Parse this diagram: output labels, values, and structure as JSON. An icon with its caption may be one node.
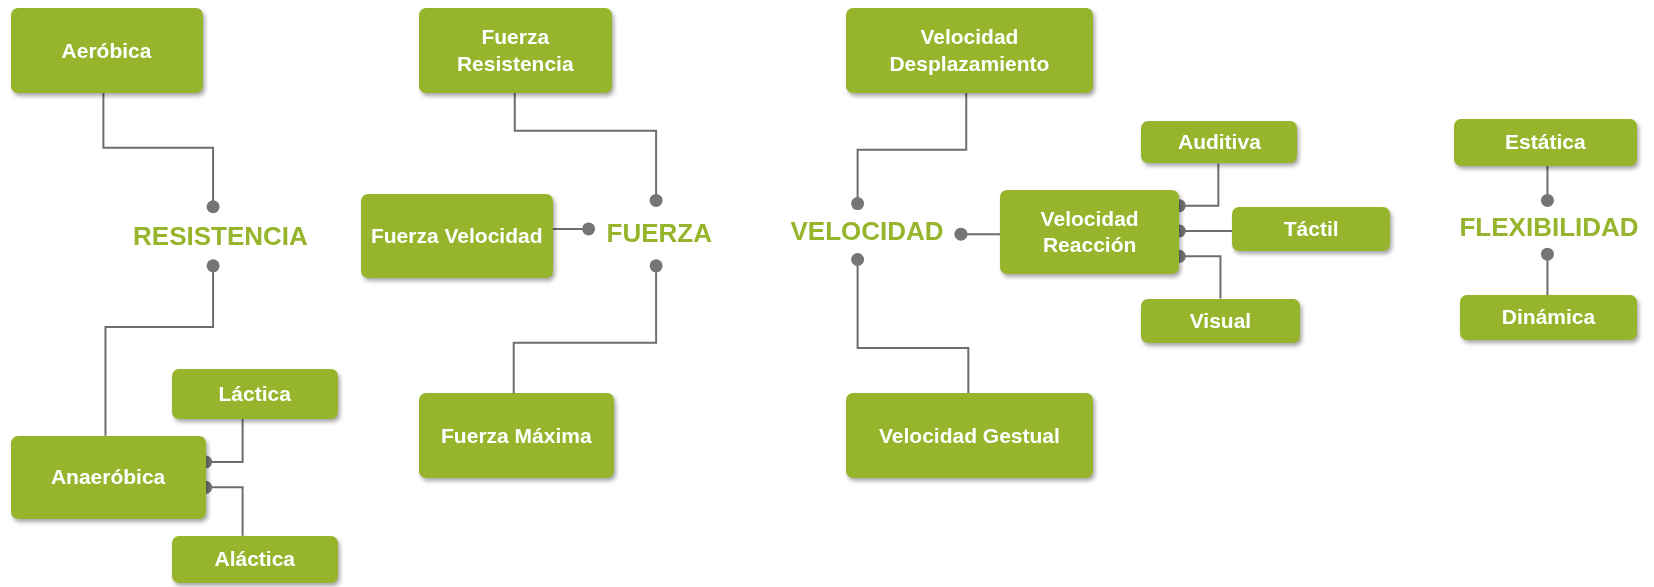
{
  "diagram": {
    "nodes": [
      {
        "text": [
          "Aeróbica"
        ]
      },
      {
        "text": [
          "RESISTENCIA"
        ]
      },
      {
        "text": [
          "Láctica"
        ]
      },
      {
        "text": [
          "Anaeróbica"
        ]
      },
      {
        "text": [
          "Aláctica"
        ]
      },
      {
        "text": [
          "Fuerza Resistencia"
        ]
      },
      {
        "text": [
          "Fuerza Velocidad"
        ]
      },
      {
        "text": [
          "FUERZA"
        ]
      },
      {
        "text": [
          "Fuerza Máxima"
        ]
      },
      {
        "text": [
          "Velocidad Desplazamiento"
        ]
      },
      {
        "text": [
          "VELOCIDAD"
        ]
      },
      {
        "text": [
          "Velocidad Reacción"
        ]
      },
      {
        "text": [
          "Auditiva"
        ]
      },
      {
        "text": [
          "Táctil"
        ]
      },
      {
        "text": [
          "Visual"
        ]
      },
      {
        "text": [
          "Velocidad Gestual"
        ]
      },
      {
        "text": [
          "Estática"
        ]
      },
      {
        "text": [
          "FLEXIBILIDAD"
        ]
      },
      {
        "text": [
          "Dinámica"
        ]
      }
    ],
    "edges": [
      {
        "from": 0,
        "to": 1,
        "arrow": "other"
      },
      {
        "from": 3,
        "to": 1,
        "arrow": "other"
      },
      {
        "from": 2,
        "to": 3,
        "arrow": "other"
      },
      {
        "from": 4,
        "to": 3,
        "arrow": "other"
      },
      {
        "from": 5,
        "to": 7,
        "arrow": "other"
      },
      {
        "from": 6,
        "to": 7,
        "arrow": "other"
      },
      {
        "from": 8,
        "to": 7,
        "arrow": "other"
      },
      {
        "from": 9,
        "to": 10,
        "arrow": "other"
      },
      {
        "from": 11,
        "to": 10,
        "arrow": "other"
      },
      {
        "from": 15,
        "to": 10,
        "arrow": "other"
      },
      {
        "from": 12,
        "to": 11,
        "arrow": "other"
      },
      {
        "from": 13,
        "to": 11,
        "arrow": "other"
      },
      {
        "from": 14,
        "to": 11,
        "arrow": "other"
      },
      {
        "from": 16,
        "to": 17,
        "arrow": "other"
      },
      {
        "from": 18,
        "to": 17,
        "arrow": "other"
      }
    ]
  }
}
